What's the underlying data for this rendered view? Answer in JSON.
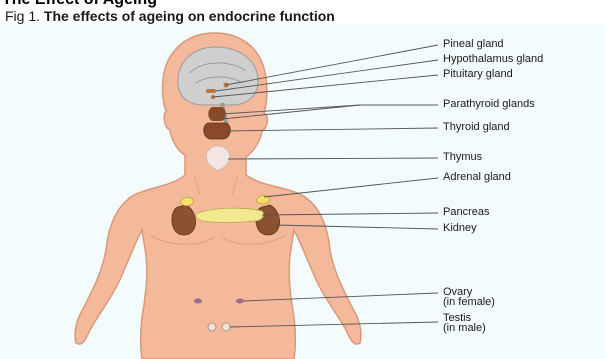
{
  "header": {
    "title": "The Effect of Ageing"
  },
  "figure": {
    "number": "Fig 1.",
    "title": "The effects of ageing on endocrine function"
  },
  "labels": {
    "pineal": "Pineal gland",
    "hypothalamus": "Hypothalamus gland",
    "pituitary": "Pituitary gland",
    "parathyroid": "Parathyroid glands",
    "thyroid": "Thyroid gland",
    "thymus": "Thymus",
    "adrenal": "Adrenal gland",
    "pancreas": "Pancreas",
    "kidney": "Kidney",
    "ovary_line1": "Ovary",
    "ovary_line2": "(in female)",
    "testis_line1": "Testis",
    "testis_line2": "(in male)"
  },
  "colors": {
    "panel_background": "#f3fbfd",
    "skin": "#f4b99a",
    "skin_outline": "#d9987a",
    "brain": "#c9c9c9",
    "thyroid": "#8a4a2a",
    "thymus": "#f2e6e3",
    "adrenal": "#f5e06a",
    "pancreas": "#f3e88f",
    "kidney": "#8a5230",
    "leader_line": "#555555"
  }
}
